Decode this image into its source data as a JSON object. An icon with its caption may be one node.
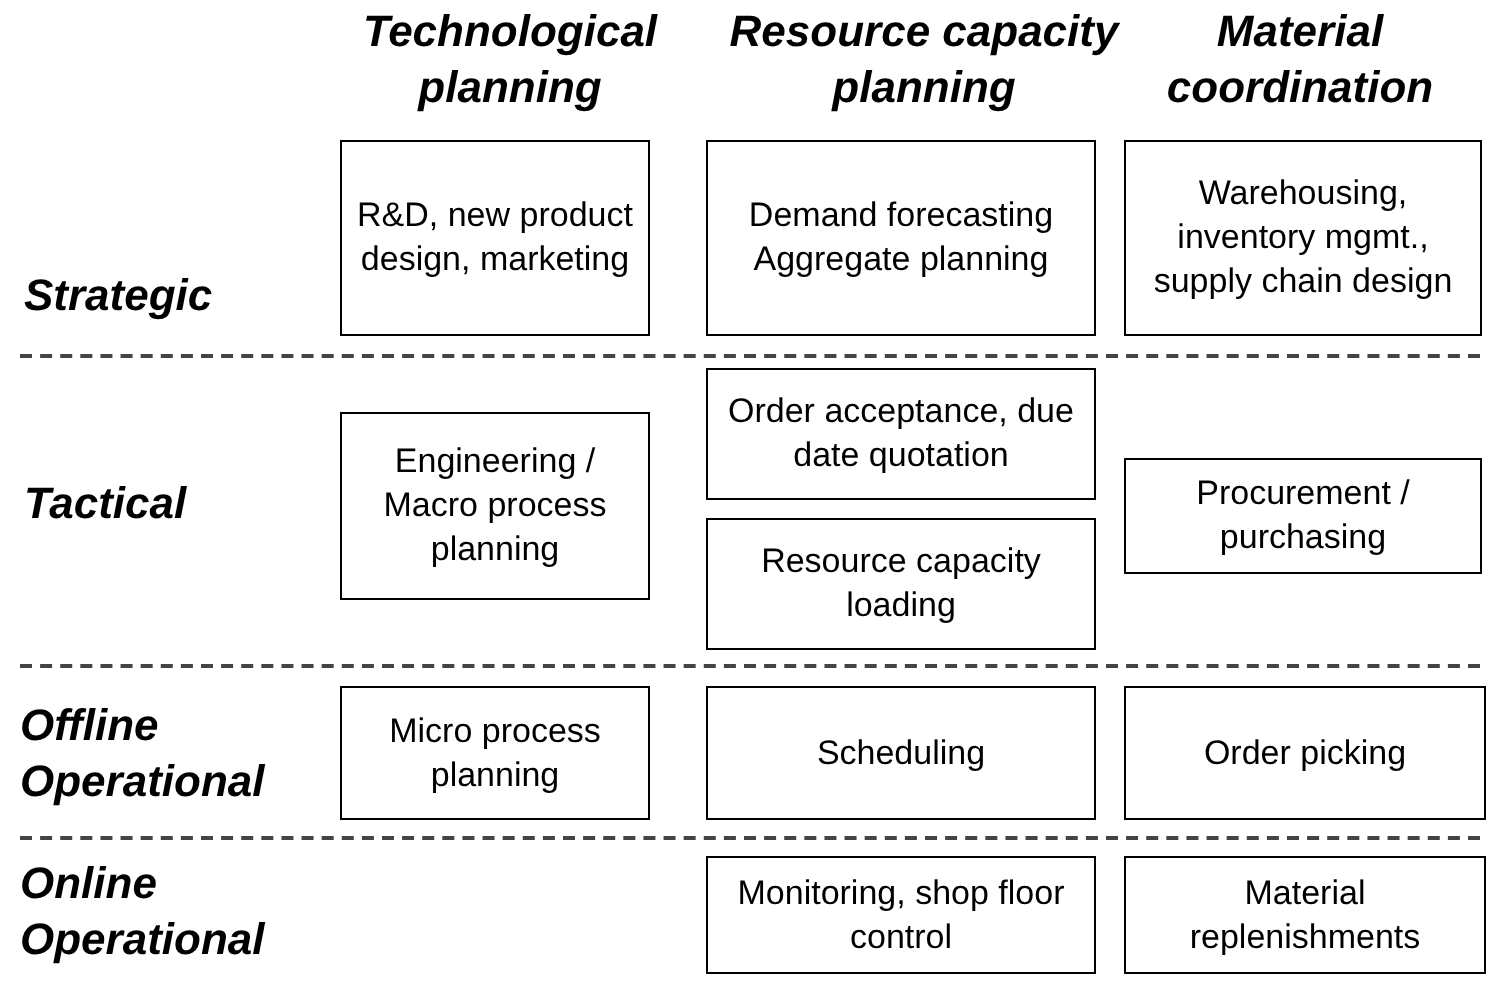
{
  "diagram": {
    "nodes": [
      {
        "text": [
          "R&D, new product design, marketing"
        ]
      },
      {
        "text": [
          "Demand forecasting Aggregate planning"
        ]
      },
      {
        "text": [
          "Warehousing, inventory mgmt., supply chain design"
        ]
      },
      {
        "text": [
          "Engineering / Macro process planning"
        ]
      },
      {
        "text": [
          "Order acceptance, due date quotation"
        ]
      },
      {
        "text": [
          "Resource capacity loading"
        ]
      },
      {
        "text": [
          "Procurement / purchasing"
        ]
      },
      {
        "text": [
          "Micro process planning"
        ]
      },
      {
        "text": [
          "Scheduling"
        ]
      },
      {
        "text": [
          "Order picking"
        ]
      },
      {
        "text": [
          "Monitoring, shop floor control"
        ]
      },
      {
        "text": [
          "Material replenishments"
        ]
      }
    ],
    "labels": [
      "Technological planning",
      "Resource capacity planning",
      "Material coordination",
      "Strategic",
      "Tactical",
      "Offline Operational",
      "Online Operational"
    ]
  }
}
